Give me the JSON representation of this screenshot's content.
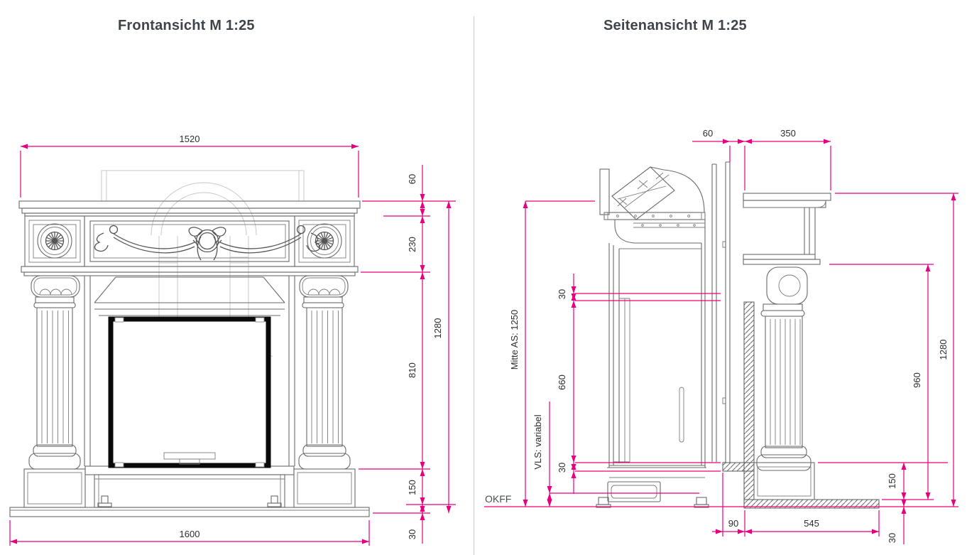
{
  "titles": {
    "front": "Frontansicht M 1:25",
    "side": "Seitenansicht M 1:25"
  },
  "front_dims": {
    "width_top": "1520",
    "width_bottom": "1600",
    "shelf_thickness": "60",
    "frieze_height": "230",
    "opening_zone": "810",
    "plinth_height": "150",
    "base_plate": "30",
    "total_height": "1280"
  },
  "side_dims": {
    "wall_gap": "60",
    "shelf_depth": "350",
    "flue_axis": "Mitte AS: 1250",
    "air_supply": "VLS: variabel",
    "insert_front": "660",
    "overlap_top": "30",
    "overlap_bottom": "30",
    "total_height": "1280",
    "column_height": "960",
    "plinth_height": "150",
    "plate_thickness": "30",
    "plate_offset": "90",
    "plate_depth": "545",
    "floor_label": "OKFF"
  },
  "colors": {
    "dimension": "#e6007e",
    "linework": "#6a6a6a",
    "ghost": "#c8c8c8",
    "title": "#3f444c"
  }
}
